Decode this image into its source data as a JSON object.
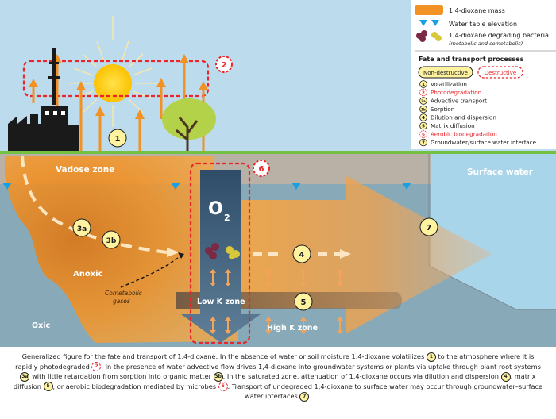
{
  "legend": {
    "mass": "1,4-dioxane mass",
    "water_table": "Water table elevation",
    "bacteria": "1,4-dioxane degrading bacteria",
    "bacteria_note": "(metabolic and cometabolic)",
    "processes_title": "Fate and transport processes",
    "non_destructive": "Non-destructive",
    "destructive": "Destructive",
    "items": [
      {
        "num": "1",
        "label": "Volatilization",
        "destructive": false
      },
      {
        "num": "2",
        "label": "Photodegradation",
        "destructive": true
      },
      {
        "num": "3a",
        "label": "Advective transport",
        "destructive": false
      },
      {
        "num": "3b",
        "label": "Sorption",
        "destructive": false
      },
      {
        "num": "4",
        "label": "Dilution and dispersion",
        "destructive": false
      },
      {
        "num": "5",
        "label": "Matrix diffusion",
        "destructive": false
      },
      {
        "num": "6",
        "label": "Aerobic biodegradation",
        "destructive": true
      },
      {
        "num": "7",
        "label": "Groundwater/surface water interface",
        "destructive": false
      }
    ]
  },
  "zones": {
    "vadose": "Vadose zone",
    "surface_water": "Surface water",
    "anoxic": "Anoxic",
    "cometabolic_1": "Cometabolic",
    "cometabolic_2": "gases",
    "low_k": "Low K zone",
    "high_k": "High K zone",
    "oxic": "Oxic",
    "oxygen": "O",
    "oxygen_sub": "2"
  },
  "callouts": {
    "c1": "1",
    "c2": "2",
    "c3a": "3a",
    "c3b": "3b",
    "c4": "4",
    "c5": "5",
    "c6": "6",
    "c7": "7"
  },
  "caption": {
    "p1": "Generalized figure for the fate and transport of 1,4-dioxane: In the absence of water or soil moisture 1,4-dioxane volatilizes",
    "p2": "to the atmosphere where it is rapidly photodegraded",
    "p3": ". In the presence of water advective flow drives 1,4-dioxane into groundwater systems or plants via uptake through plant root systems",
    "p4": "with little retardation from sorption into organic matter",
    "p5": ". In the saturated zone, attenuation of 1,4-dioxane occurs via dilution and dispersion",
    "p6": ", matrix diffusion",
    "p7": ", or aerobic biodegradation mediated by microbes",
    "p8": ". Transport of undegraded 1,4-dioxane to surface water may occur through groundwater–surface water interfaces",
    "p9": "."
  },
  "colors": {
    "sky": "#bcdcee",
    "vadose": "#b9b1a6",
    "saturated": "#88aab8",
    "surface_water": "#a9d5eb",
    "plume": "#f29124",
    "ground": "#74c043",
    "destructive": "#e8262b",
    "callout_fill": "#fff3a0",
    "low_k": "#836a52",
    "column": "#3e5f7c"
  }
}
